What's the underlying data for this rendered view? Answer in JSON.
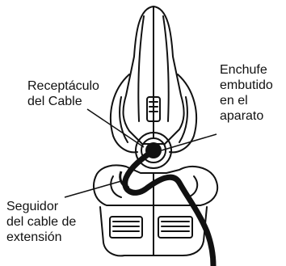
{
  "labels": {
    "cord_receptacle": [
      "Receptáculo",
      "del Cable"
    ],
    "recessed_plug": [
      "Enchufe",
      "embutido",
      "en el",
      "aparato"
    ],
    "cord_follower": [
      "Seguidor",
      "del cable de",
      "extensión"
    ]
  },
  "colors": {
    "ink": "#111111",
    "background": "#ffffff"
  }
}
